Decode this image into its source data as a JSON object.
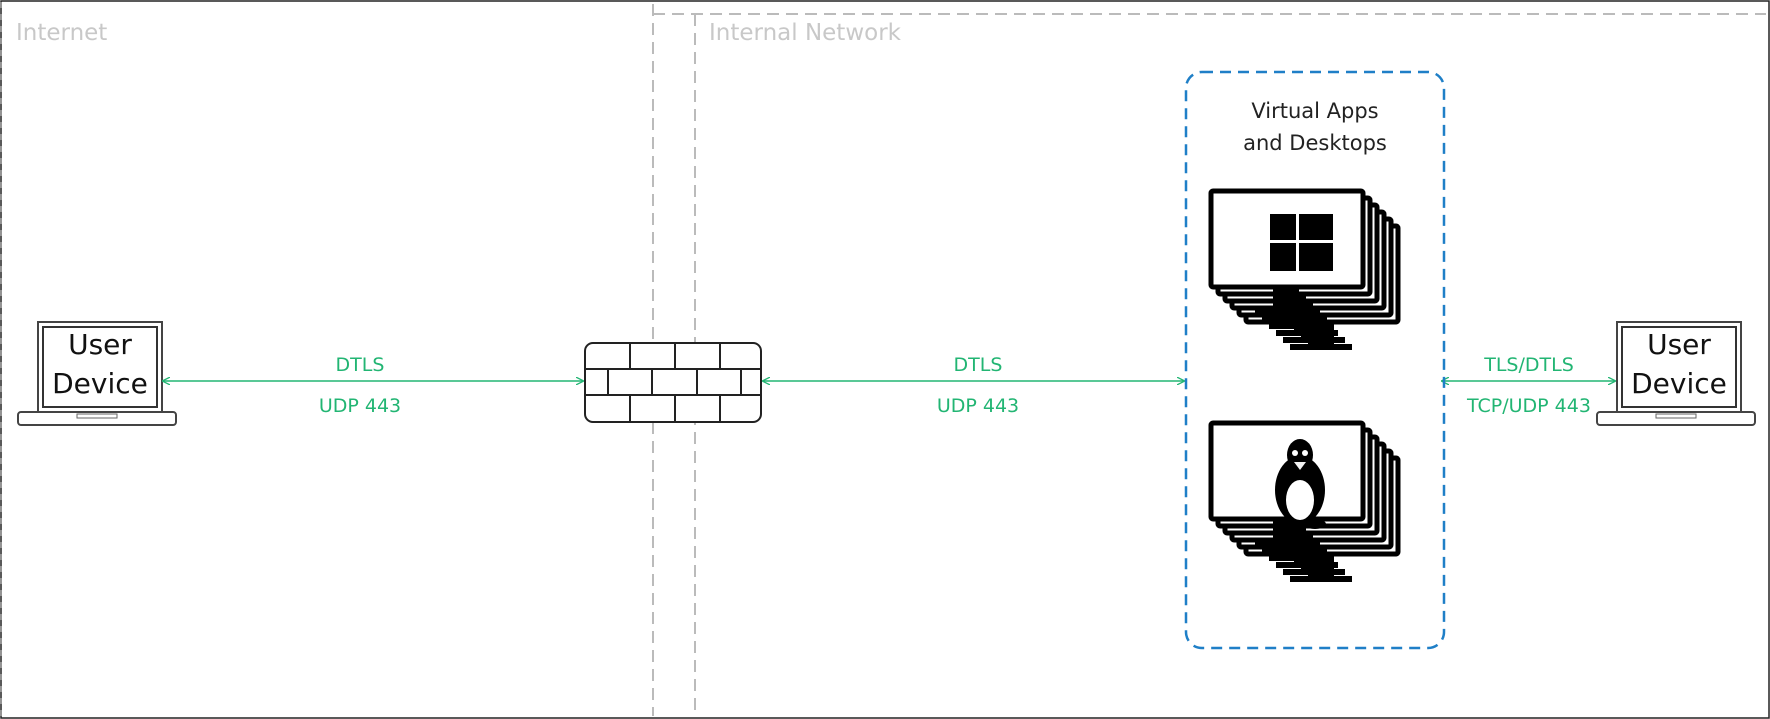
{
  "zones": {
    "internet": "Internet",
    "internal": "Internal Network"
  },
  "devices": {
    "left_device": {
      "line1": "User",
      "line2": "Device"
    },
    "right_device": {
      "line1": "User",
      "line2": "Device"
    }
  },
  "vda": {
    "line1": "Virtual Apps",
    "line2": "and Desktops"
  },
  "links": {
    "internet_link": {
      "protocol": "DTLS",
      "port": "UDP 443"
    },
    "internal_link": {
      "protocol": "DTLS",
      "port": "UDP 443"
    },
    "local_link": {
      "protocol": "TLS/DTLS",
      "port": "TCP/UDP 443"
    }
  },
  "icons": [
    "laptop-icon",
    "firewall-icon",
    "windows-monitor-stack-icon",
    "linux-monitor-stack-icon"
  ],
  "colors": {
    "link": "#22b573",
    "zone_border": "#bbbbbb",
    "vda_border": "#1f7fc7",
    "zone_label": "#c8c8c8"
  }
}
